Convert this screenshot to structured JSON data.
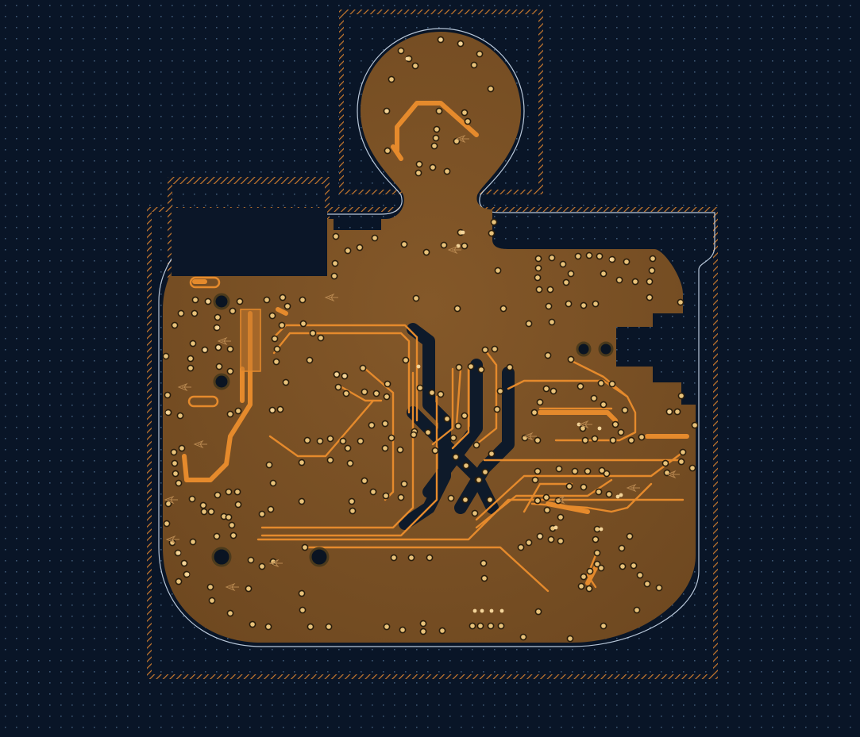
{
  "colors": {
    "background": "#091527",
    "grid_dot": "#3d5673",
    "copper_pour": "#7c5326",
    "copper_dark": "#5e3d19",
    "trace": "#e58a2c",
    "via": "#e8c27a",
    "board_edge": "#b9c8da",
    "hatch": "#c97a2e"
  },
  "layers": {
    "grid": "grid-dots",
    "courtyards": [
      "antenna-courtyard",
      "connector-courtyard",
      "main-courtyard"
    ],
    "copper": "bottom-copper-pour",
    "edge": "board-outline"
  },
  "icons": {
    "arrow_marker": "ratsnest-arrow-icon",
    "mounting_hole": "mounting-hole-icon",
    "via": "via-icon"
  }
}
